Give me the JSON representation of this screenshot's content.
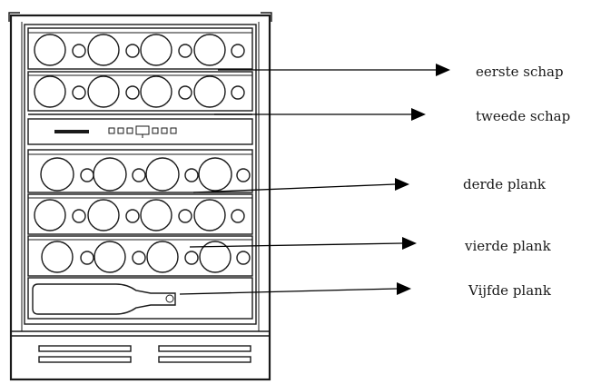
{
  "labels": [
    {
      "id": "eerste",
      "text": "eerste schap"
    },
    {
      "id": "tweede",
      "text": "tweede schap"
    },
    {
      "id": "derde",
      "text": "derde plank"
    },
    {
      "id": "vierde",
      "text": "vierde plank"
    },
    {
      "id": "vijfde",
      "text": "Vijfde plank"
    }
  ],
  "colors": {
    "line": "#1a1a1a",
    "background": "#ffffff"
  }
}
